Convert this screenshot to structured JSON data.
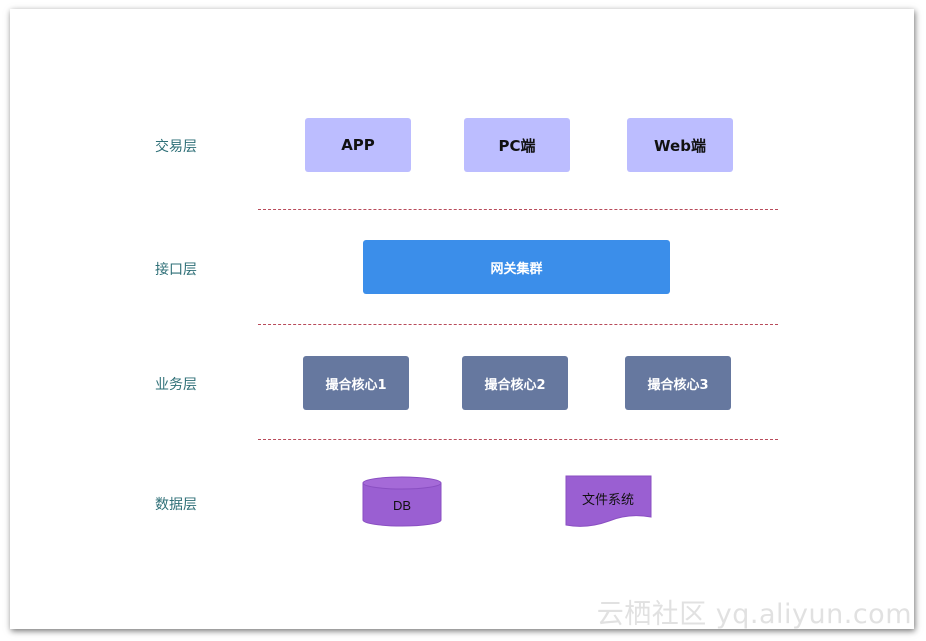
{
  "layers": [
    {
      "label": "交易层"
    },
    {
      "label": "接口层"
    },
    {
      "label": "业务层"
    },
    {
      "label": "数据层"
    }
  ],
  "transaction": {
    "items": [
      "APP",
      "PC端",
      "Web端"
    ],
    "color": "#bcbdff"
  },
  "interface": {
    "gateway": "网关集群",
    "color": "#3b8eea"
  },
  "business": {
    "items": [
      "撮合核心1",
      "撮合核心2",
      "撮合核心3"
    ],
    "color": "#66789f"
  },
  "data": {
    "db": "DB",
    "fs": "文件系统",
    "color": "#9a5fd2"
  },
  "divider_color": "#b84a5a",
  "watermark": "云栖社区 yq.aliyun.com"
}
